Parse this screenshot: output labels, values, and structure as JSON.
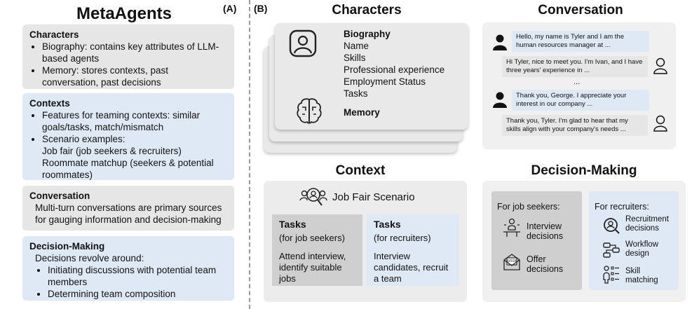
{
  "panelA": {
    "label": "(A)",
    "title": "MetaAgents",
    "characters": {
      "title": "Characters",
      "items": [
        "Biography: contains key attributes of LLM-based agents",
        "Memory: stores contexts, past conversation, past decisions"
      ]
    },
    "contexts": {
      "title": "Contexts",
      "items": [
        "Features for teaming contexts: similar goals/tasks, match/mismatch",
        "Scenario examples:"
      ],
      "examples": [
        "Job fair (job seekers & recruiters)",
        "Roommate matchup (seekers & potential roommates)"
      ]
    },
    "conversation": {
      "title": "Conversation",
      "text": "Multi-turn conversations are primary sources for gauging information and decision-making"
    },
    "decision": {
      "title": "Decision-Making",
      "intro": "Decisions revolve around:",
      "items": [
        "Initiating discussions with potential team members",
        "Determining team composition"
      ]
    }
  },
  "panelB": {
    "label": "(B)",
    "characters": {
      "title": "Characters",
      "biography": "Biography",
      "fields": [
        "Name",
        "Skills",
        "Professional experience",
        "Employment Status",
        "Tasks"
      ],
      "memory": "Memory"
    },
    "conversation": {
      "title": "Conversation",
      "messages": [
        "Hello, my name is Tyler and I am the human resources manager at ...",
        "Hi Tyler, nice to meet you. I'm Ivan, and I have three years' experience in ...",
        "Thank you, George. I appreciate your interest in our company ...",
        "Thank you, Tyler. I'm glad to hear that my skills align with your company's needs ..."
      ],
      "ellipsis": "..."
    },
    "context": {
      "title": "Context",
      "scenario": "Job Fair Scenario",
      "seekers": {
        "title": "Tasks",
        "sub": "(for job seekers)",
        "text": "Attend interview, identify suitable jobs"
      },
      "recruiters": {
        "title": "Tasks",
        "sub": "(for recruiters)",
        "text": "Interview candidates, recruit a team"
      }
    },
    "decision": {
      "title": "Decision-Making",
      "seekers": {
        "title": "For job seekers:",
        "items": [
          "Interview decisions",
          "Offer decisions"
        ]
      },
      "recruiters": {
        "title": "For recruiters:",
        "items": [
          "Recruitment decisions",
          "Workflow design",
          "Skill matching"
        ]
      }
    }
  },
  "colors": {
    "gray_box": "#e6e6e6",
    "blue_box": "#dfe9f6",
    "card": "#e9e9e9"
  }
}
